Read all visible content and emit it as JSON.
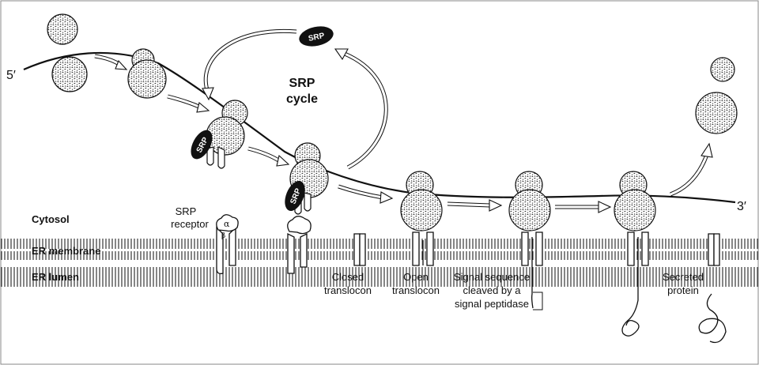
{
  "mrna": {
    "five_prime": "5′",
    "three_prime": "3′"
  },
  "srp_label": "SRP",
  "cycle": {
    "line1": "SRP",
    "line2": "cycle"
  },
  "compartments": {
    "cytosol": "Cytosol",
    "membrane": "ER membrane",
    "lumen": "ER lumen"
  },
  "receptor": {
    "line1": "SRP",
    "line2": "receptor",
    "alpha": "α",
    "beta": "β"
  },
  "steps": {
    "closed": {
      "line1": "Closed",
      "line2": "translocon"
    },
    "open": {
      "line1": "Open",
      "line2": "translocon"
    },
    "signal": {
      "line1": "Signal sequence",
      "line2": "cleaved by a",
      "line3": "signal peptidase"
    },
    "secreted": {
      "line1": "Secreted",
      "line2": "protein"
    }
  }
}
